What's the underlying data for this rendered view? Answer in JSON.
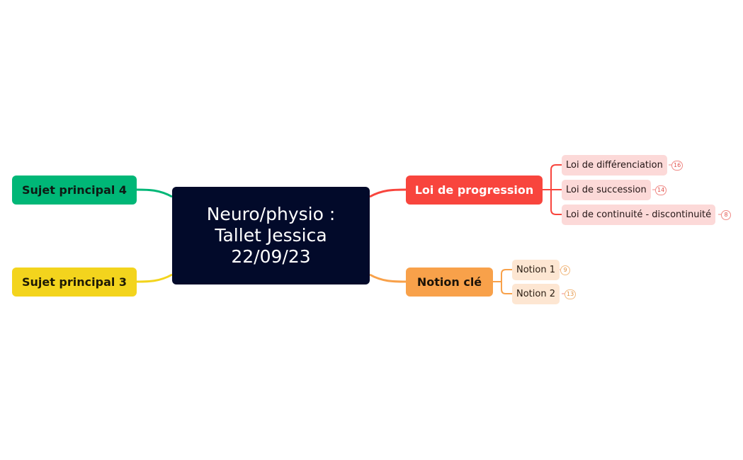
{
  "central_topic": {
    "lines": [
      "Neuro/physio :",
      "Tallet Jessica",
      "22/09/23"
    ]
  },
  "topics": {
    "sujet4": {
      "label": "Sujet principal 4",
      "color": "#00b777"
    },
    "sujet3": {
      "label": "Sujet principal 3",
      "color": "#f3d41d"
    },
    "loi": {
      "label": "Loi de progression",
      "color": "#f8453d",
      "subtopics": [
        {
          "label": "Loi de différenciation",
          "count": "16"
        },
        {
          "label": "Loi de succession",
          "count": "14"
        },
        {
          "label": "Loi de continuité - discontinuité",
          "count": "8"
        }
      ]
    },
    "notion": {
      "label": "Notion clé",
      "color": "#f8a14a",
      "subtopics": [
        {
          "label": "Notion 1",
          "count": "9"
        },
        {
          "label": "Notion 2",
          "count": "13"
        }
      ]
    }
  },
  "colors": {
    "background": "#ffffff",
    "central": "#020a2a",
    "sub_red_bg": "#fcd9d8",
    "sub_orange_bg": "#fde6d2"
  }
}
